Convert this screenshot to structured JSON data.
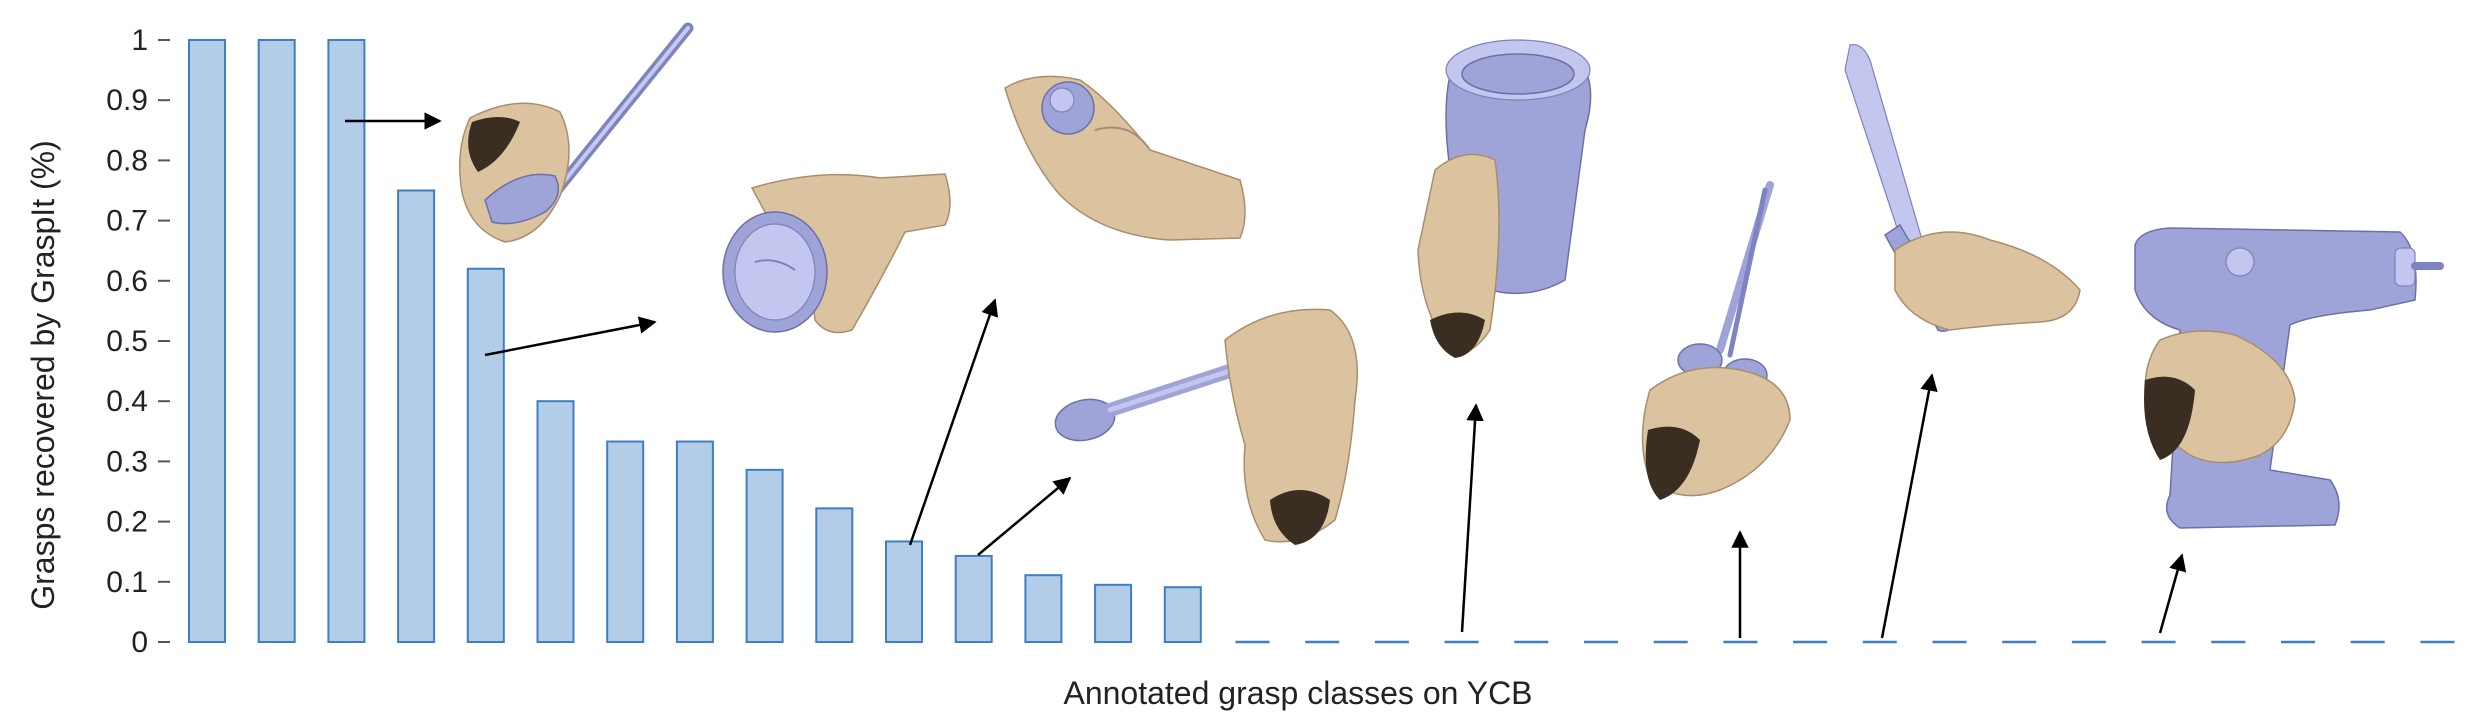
{
  "chart_data": {
    "type": "bar",
    "title": "",
    "xlabel": "Annotated grasp classes on YCB",
    "ylabel": "Grasps recovered by GraspIt (%)",
    "ylim": [
      0,
      1
    ],
    "yticks": [
      "0",
      "0.1",
      "0.2",
      "0.3",
      "0.4",
      "0.5",
      "0.6",
      "0.7",
      "0.8",
      "0.9",
      "1"
    ],
    "grid": false,
    "values": [
      1,
      1,
      1,
      0.75,
      0.62,
      0.4,
      0.333,
      0.333,
      0.286,
      0.222,
      0.167,
      0.143,
      0.111,
      0.095,
      0.091,
      0,
      0,
      0,
      0,
      0,
      0,
      0,
      0,
      0,
      0,
      0,
      0,
      0,
      0,
      0,
      0,
      0,
      0
    ]
  },
  "colors": {
    "bar_fill": "#b3cde9",
    "bar_edge": "#3d7fc1",
    "object": "#9ea3d8",
    "skin": "#dcc3a0"
  },
  "illustrations": [
    {
      "icon": "hand-grasping-screwdriver-icon",
      "points_to_bar": 3
    },
    {
      "icon": "hand-grasping-can-lid-icon",
      "points_to_bar": 5
    },
    {
      "icon": "hand-pinching-ball-icon",
      "points_to_bar": 11
    },
    {
      "icon": "hand-holding-spoon-icon",
      "points_to_bar": 12
    },
    {
      "icon": "hand-holding-mug-icon",
      "points_to_bar": 19
    },
    {
      "icon": "hand-holding-scissors-icon",
      "points_to_bar": 23
    },
    {
      "icon": "hand-holding-knife-icon",
      "points_to_bar": 25
    },
    {
      "icon": "hand-holding-drill-icon",
      "points_to_bar": 29
    }
  ]
}
